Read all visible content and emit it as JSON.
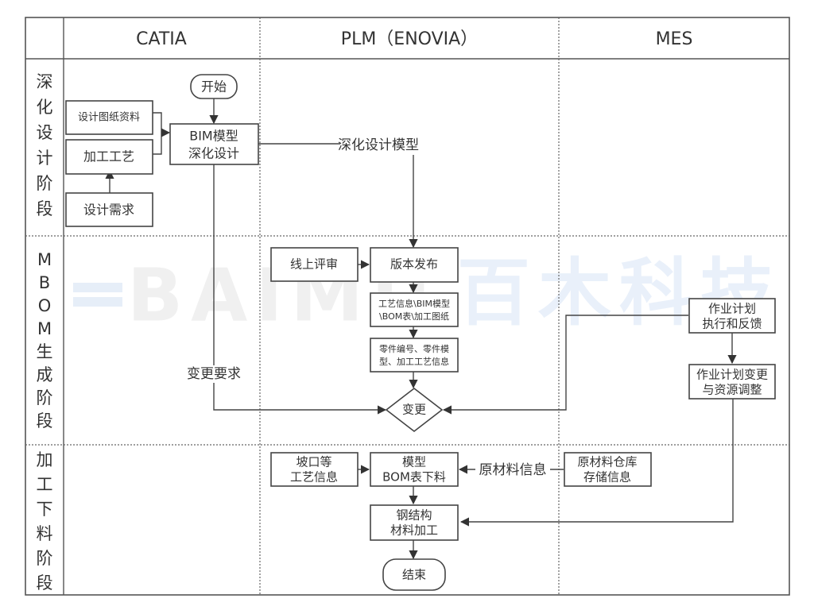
{
  "diagram": {
    "type": "swimlane-flowchart",
    "lanes": [
      {
        "id": "catia",
        "title": "CATIA"
      },
      {
        "id": "plm",
        "title": "PLM（ENOVIA）"
      },
      {
        "id": "mes",
        "title": "MES"
      }
    ],
    "phases": [
      {
        "id": "design",
        "label": "深化设计阶段"
      },
      {
        "id": "mbom",
        "label": "MBOM生成阶段"
      },
      {
        "id": "cutting",
        "label": "加工下料阶段"
      }
    ],
    "nodes": {
      "start": {
        "line1": "开始",
        "shape": "terminal"
      },
      "design_drawings": {
        "line1": "设计图纸资料",
        "shape": "process"
      },
      "process_craft": {
        "line1": "加工工艺",
        "shape": "process"
      },
      "design_req": {
        "line1": "设计需求",
        "shape": "process"
      },
      "bim_design": {
        "line1": "BIM模型",
        "line2": "深化设计",
        "shape": "process"
      },
      "online_review": {
        "line1": "线上评审",
        "shape": "process"
      },
      "version_release": {
        "line1": "版本发布",
        "shape": "process"
      },
      "craft_info": {
        "line1": "工艺信息\\BIM模型",
        "line2": "\\BOM表\\加工图纸",
        "shape": "process"
      },
      "part_info": {
        "line1": "零件编号、零件模",
        "line2": "型、加工工艺信息",
        "shape": "process"
      },
      "change": {
        "line1": "变更",
        "shape": "decision"
      },
      "plan_exec": {
        "line1": "作业计划",
        "line2": "执行和反馈",
        "shape": "process"
      },
      "plan_change": {
        "line1": "作业计划变更",
        "line2": "与资源调整",
        "shape": "process"
      },
      "bevel_info": {
        "line1": "坡口等",
        "line2": "工艺信息",
        "shape": "process"
      },
      "model_bom": {
        "line1": "模型",
        "line2": "BOM表下料",
        "shape": "process"
      },
      "raw_storage": {
        "line1": "原材料仓库",
        "line2": "存储信息",
        "shape": "process"
      },
      "steel_processing": {
        "line1": "钢结构",
        "line2": "材料加工",
        "shape": "process"
      },
      "end": {
        "line1": "结束",
        "shape": "terminal"
      }
    },
    "edge_labels": {
      "design_model": "深化设计模型",
      "change_request": "变更要求",
      "raw_material_info": "原材料信息"
    },
    "watermark": {
      "latin": "BAIMU",
      "cjk": "百木科技"
    },
    "colors": {
      "line": "#444444",
      "text": "#333333",
      "watermark_grey": "#f0f0f0",
      "watermark_blue": "#e8f0fa"
    }
  }
}
